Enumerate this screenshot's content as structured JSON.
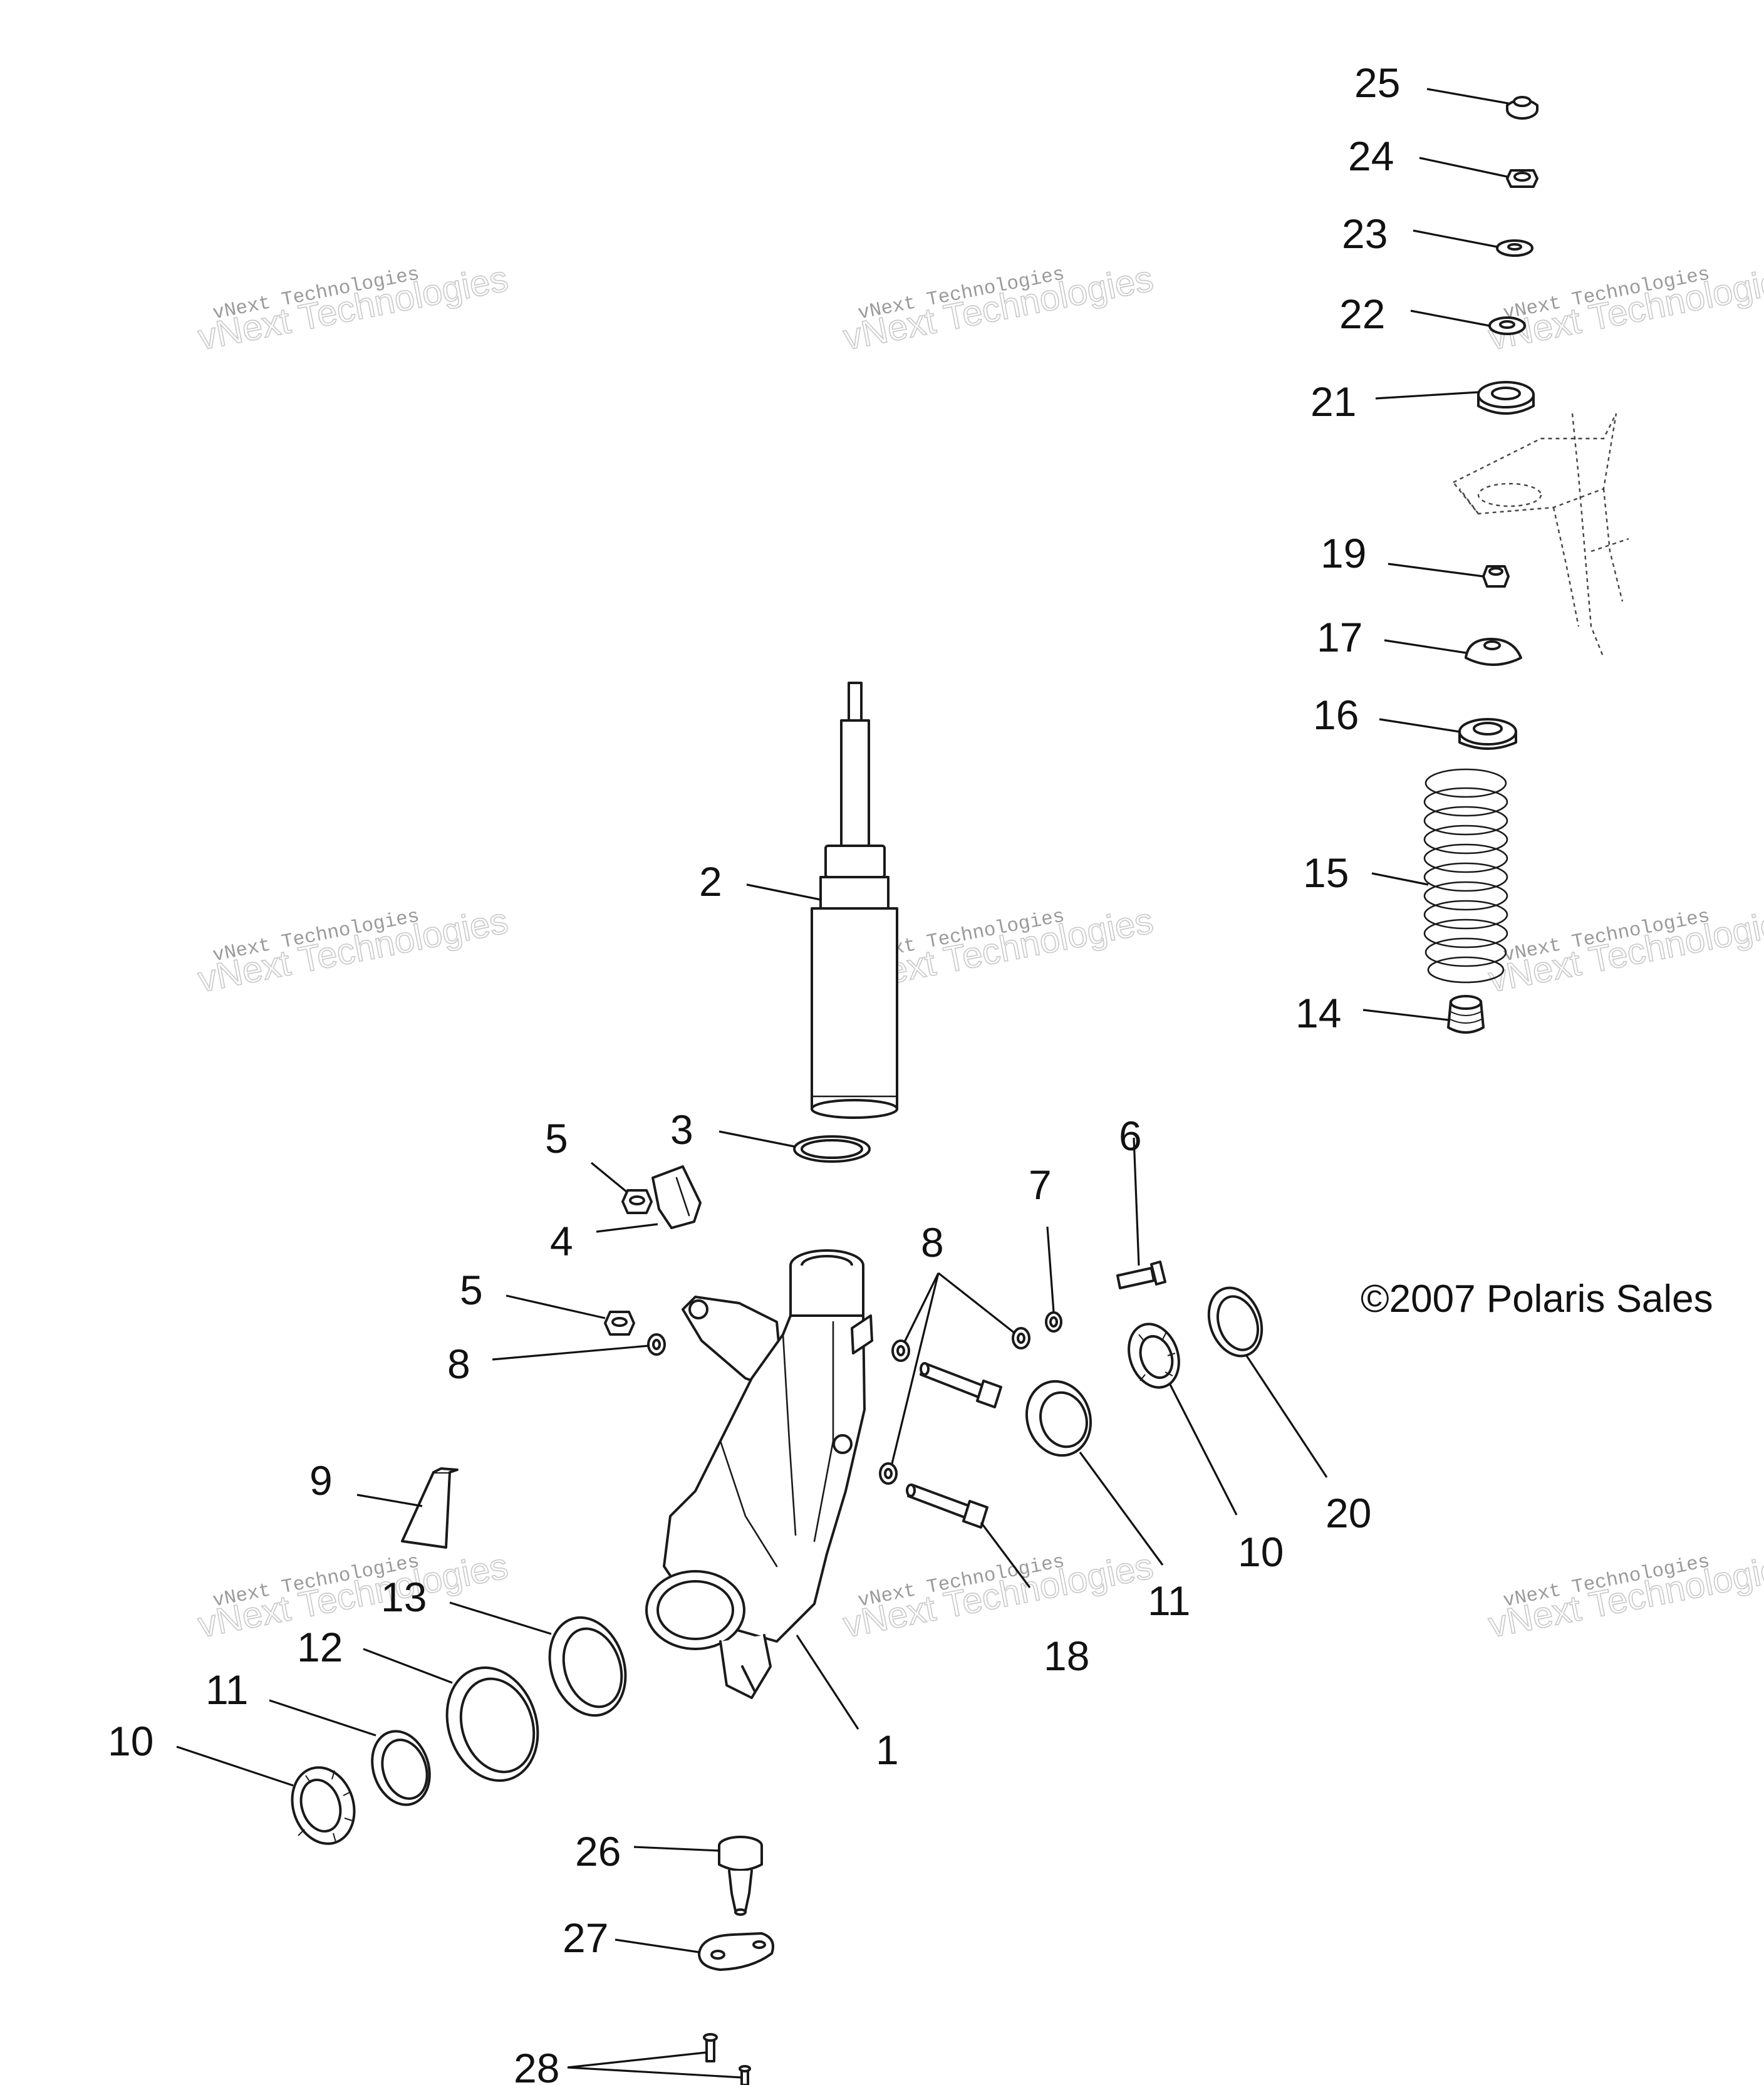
{
  "callouts": {
    "c1": "1",
    "c2": "2",
    "c3": "3",
    "c4": "4",
    "c5a": "5",
    "c5b": "5",
    "c6": "6",
    "c7": "7",
    "c8a": "8",
    "c8b": "8",
    "c9": "9",
    "c10a": "10",
    "c10b": "10",
    "c11a": "11",
    "c11b": "11",
    "c12": "12",
    "c13": "13",
    "c14": "14",
    "c15": "15",
    "c16": "16",
    "c17": "17",
    "c18": "18",
    "c19": "19",
    "c20": "20",
    "c21": "21",
    "c22": "22",
    "c23": "23",
    "c24": "24",
    "c25": "25",
    "c26": "26",
    "c27": "27",
    "c28": "28"
  },
  "copyright": "©2007 Polaris Sales",
  "watermark": {
    "line1": "vNext Technologies",
    "line2": "vNext Technologies"
  },
  "colors": {
    "ink": "#111111",
    "watermark": "#c8c8c8",
    "background": "#ffffff"
  }
}
